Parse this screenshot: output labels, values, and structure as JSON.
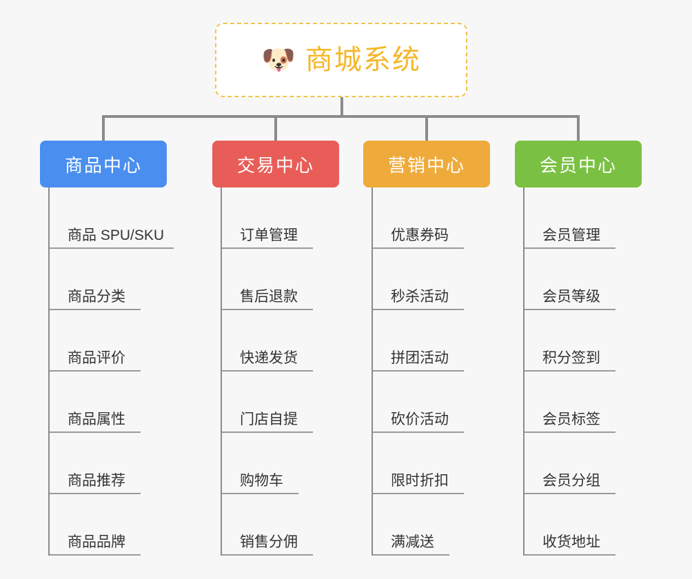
{
  "diagram": {
    "title": "商城系统",
    "type": "org-chart",
    "background_color": "#f7f7f7",
    "root": {
      "label": "商城系统",
      "emoji": "🐶",
      "emoji_name": "shiba-dog-face",
      "text_color": "#f5b729",
      "border_color": "#f3c24b",
      "background_color": "#ffffff"
    },
    "connector_color": "#8b8b8b",
    "categories": [
      {
        "label": "商品中心",
        "color": "#4a8ef0",
        "items": [
          "商品 SPU/SKU",
          "商品分类",
          "商品评价",
          "商品属性",
          "商品推荐",
          "商品品牌"
        ]
      },
      {
        "label": "交易中心",
        "color": "#e85d58",
        "items": [
          "订单管理",
          "售后退款",
          "快递发货",
          "门店自提",
          "购物车",
          "销售分佣"
        ]
      },
      {
        "label": "营销中心",
        "color": "#eeab3b",
        "items": [
          "优惠券码",
          "秒杀活动",
          "拼团活动",
          "砍价活动",
          "限时折扣",
          "满减送"
        ]
      },
      {
        "label": "会员中心",
        "color": "#7ac143",
        "items": [
          "会员管理",
          "会员等级",
          "积分签到",
          "会员标签",
          "会员分组",
          "收货地址"
        ]
      }
    ]
  }
}
